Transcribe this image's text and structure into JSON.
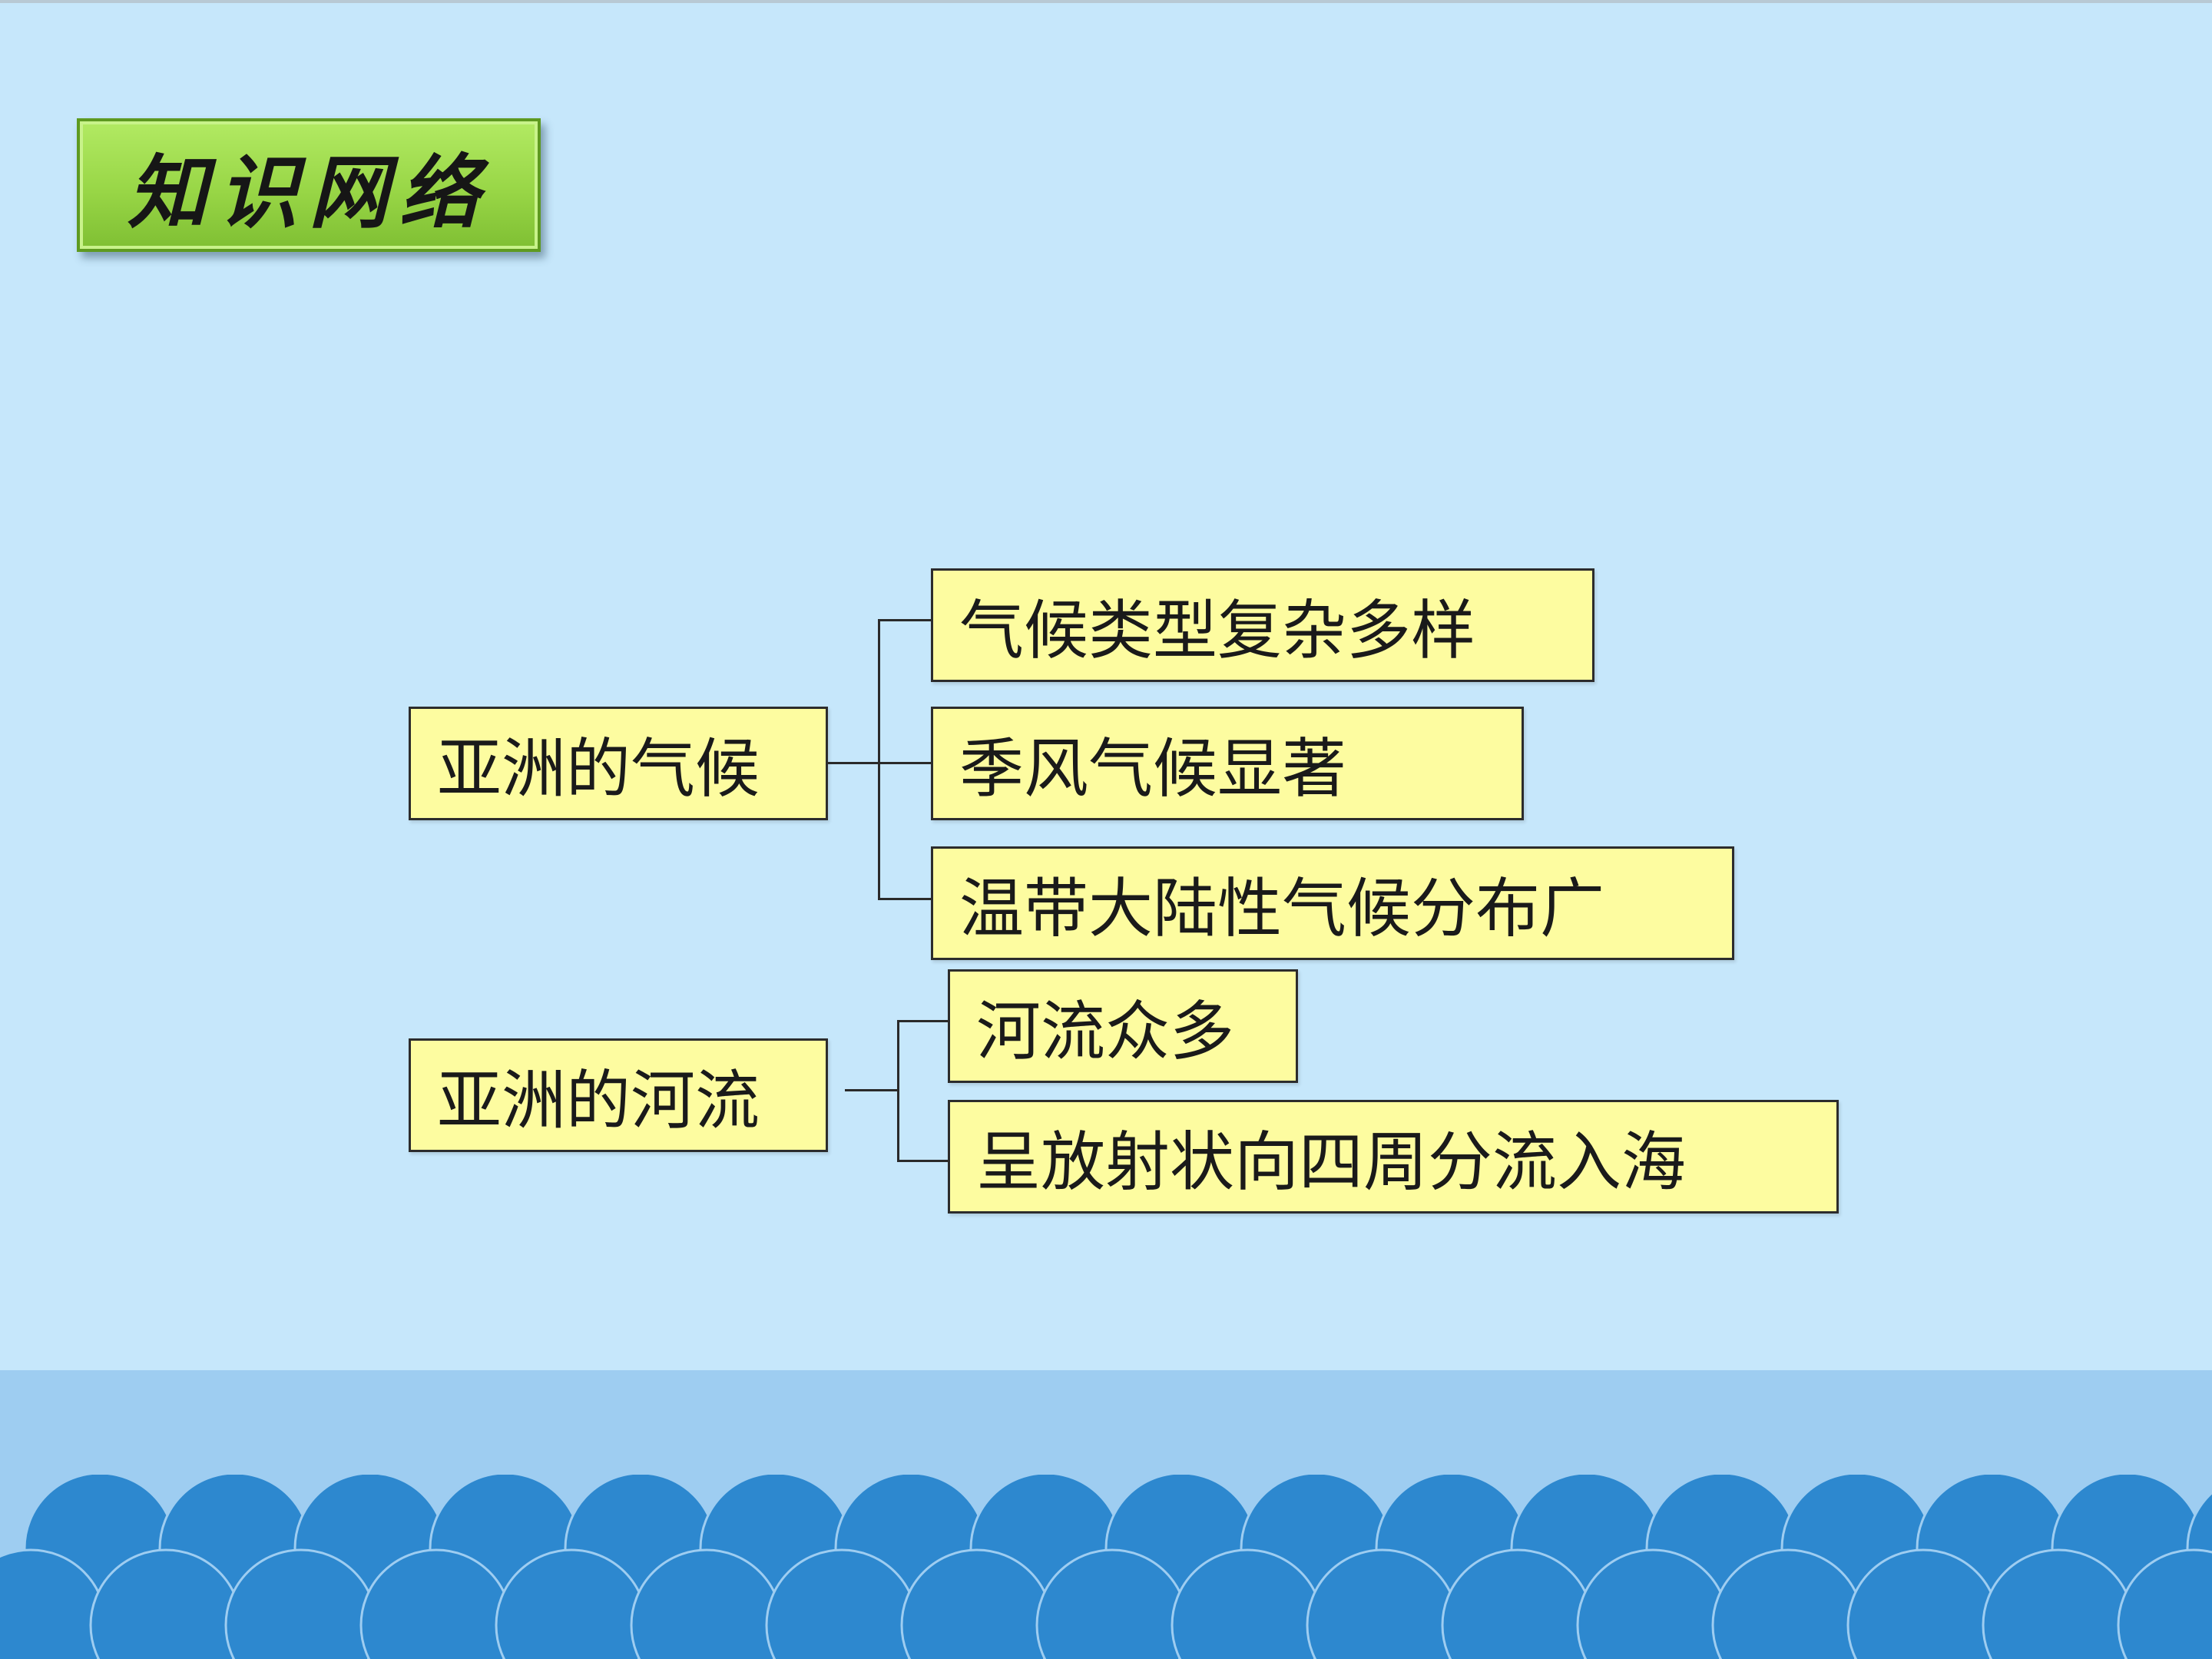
{
  "title": "知识网络",
  "diagram": {
    "groups": [
      {
        "label": "亚洲的气候",
        "children": [
          "气候类型复杂多样",
          "季风气候显著",
          "温带大陆性气候分布广"
        ]
      },
      {
        "label": "亚洲的河流",
        "children": [
          "河流众多",
          "呈放射状向四周分流入海"
        ]
      }
    ]
  },
  "colors": {
    "background": "#c6e7fb",
    "box_fill": "#fdfca0",
    "title_badge": "#98d646",
    "wave": "#2d88cf",
    "sea_band": "#9ecdf1"
  }
}
